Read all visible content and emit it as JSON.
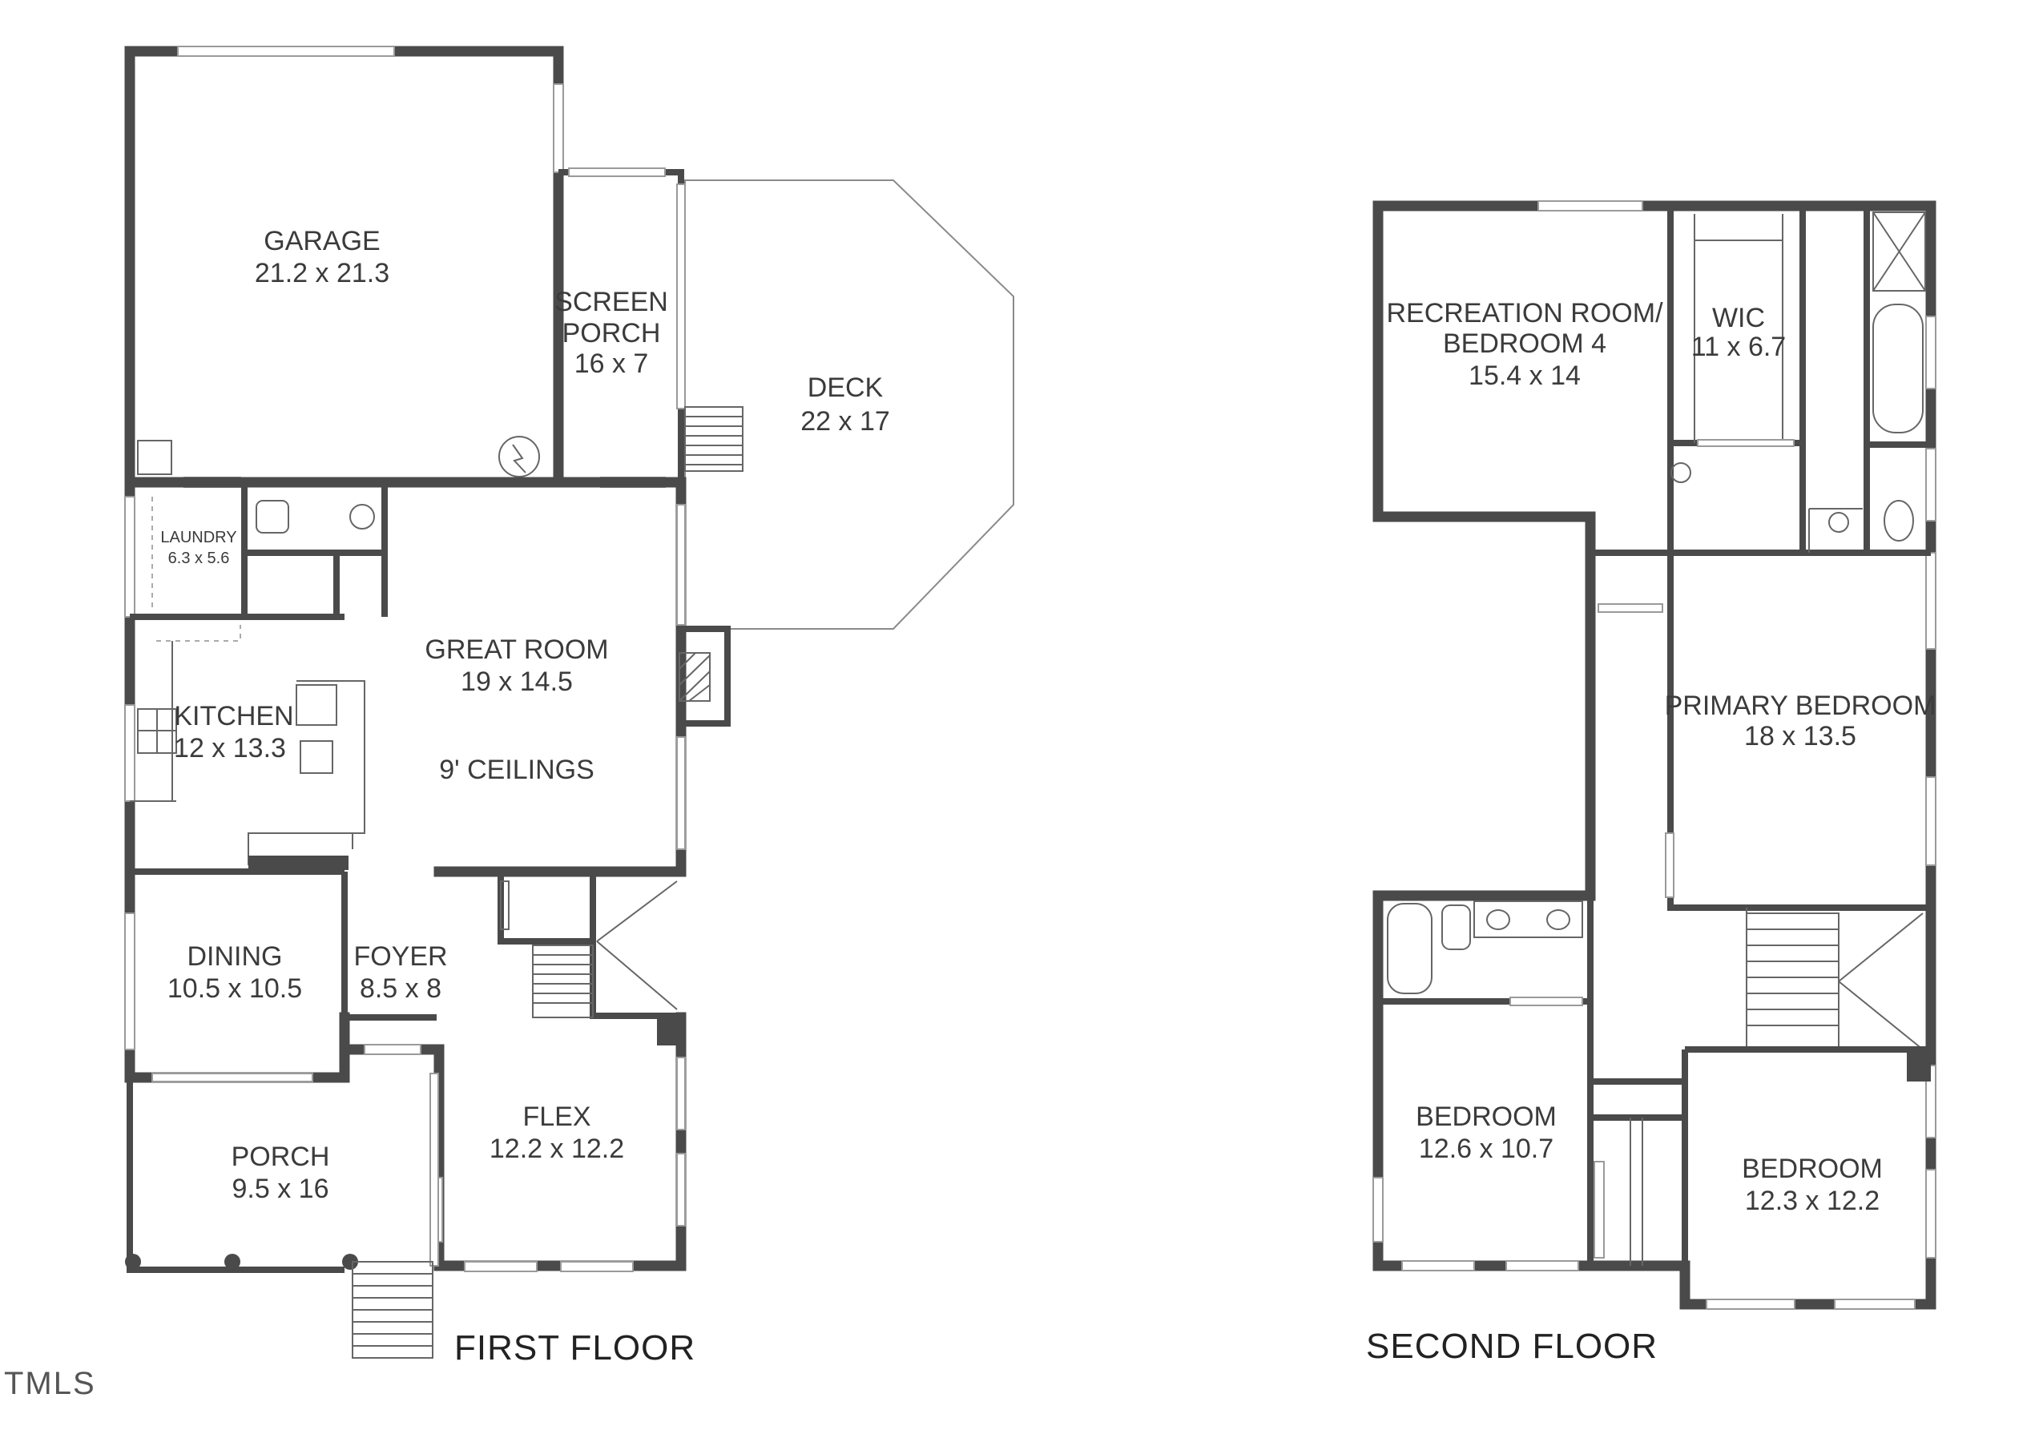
{
  "first_floor": {
    "label": "FIRST FLOOR",
    "rooms": [
      {
        "id": "garage",
        "name": "GARAGE",
        "dims": "21.2 x 21.3"
      },
      {
        "id": "screen-porch",
        "name_line1": "SCREEN",
        "name_line2": "PORCH",
        "dims": "16 x 7"
      },
      {
        "id": "deck",
        "name": "DECK",
        "dims": "22 x 17"
      },
      {
        "id": "laundry",
        "name": "LAUNDRY",
        "dims": "6.3 x 5.6"
      },
      {
        "id": "great-room",
        "name": "GREAT ROOM",
        "dims": "19 x 14.5",
        "note": "9' CEILINGS"
      },
      {
        "id": "kitchen",
        "name": "KITCHEN",
        "dims": "12 x 13.3"
      },
      {
        "id": "dining",
        "name": "DINING",
        "dims": "10.5 x 10.5"
      },
      {
        "id": "foyer",
        "name": "FOYER",
        "dims": "8.5 x 8"
      },
      {
        "id": "flex",
        "name": "FLEX",
        "dims": "12.2 x 12.2"
      },
      {
        "id": "porch",
        "name": "PORCH",
        "dims": "9.5 x 16"
      }
    ]
  },
  "second_floor": {
    "label": "SECOND FLOOR",
    "rooms": [
      {
        "id": "recreation",
        "name_line1": "RECREATION ROOM/",
        "name_line2": "BEDROOM 4",
        "dims": "15.4 x 14"
      },
      {
        "id": "wic",
        "name": "WIC",
        "dims": "11 x 6.7"
      },
      {
        "id": "primary",
        "name": "PRIMARY BEDROOM",
        "dims": "18 x 13.5"
      },
      {
        "id": "bedroom-a",
        "name": "BEDROOM",
        "dims": "12.6 x 10.7"
      },
      {
        "id": "bedroom-b",
        "name": "BEDROOM",
        "dims": "12.3 x 12.2"
      }
    ]
  },
  "logo": {
    "text": "TMLS"
  }
}
